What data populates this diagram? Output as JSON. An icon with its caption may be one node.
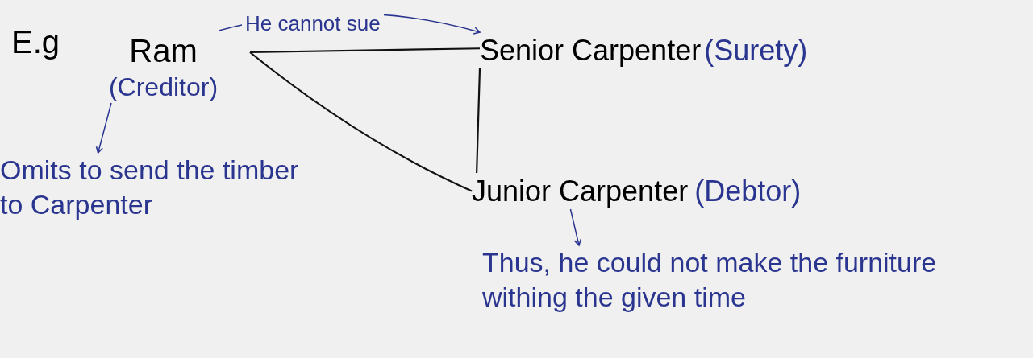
{
  "diagram": {
    "nodes": [
      {
        "text": [
          "Ram"
        ],
        "beside": [
          "(Creditor)"
        ]
      },
      {
        "text": [
          "Senior Carpenter"
        ],
        "beside": [
          "(Surety)"
        ]
      },
      {
        "text": [
          "Junior Carpenter"
        ],
        "beside": [
          "(Debtor)"
        ]
      },
      {
        "text": [
          "Omits to send the timber to Carpenter"
        ]
      },
      {
        "text": [
          "Thus, he could not make the furniture withing the given time"
        ]
      }
    ],
    "edges": [
      {
        "from": 0,
        "to": 1,
        "arrow": "to",
        "label": "He cannot sue",
        "color": "#2a3590"
      },
      {
        "from": 0,
        "to": 1,
        "arrow": "none",
        "color": "#111111"
      },
      {
        "from": 1,
        "to": 2,
        "arrow": "none",
        "color": "#111111"
      },
      {
        "from": 0,
        "to": 2,
        "arrow": "none",
        "color": "#111111"
      },
      {
        "from": 0,
        "to": 3,
        "arrow": "to",
        "color": "#2a3590"
      },
      {
        "from": 2,
        "to": 4,
        "arrow": "to",
        "color": "#2a3590"
      }
    ],
    "labels": [
      "E.g"
    ]
  }
}
